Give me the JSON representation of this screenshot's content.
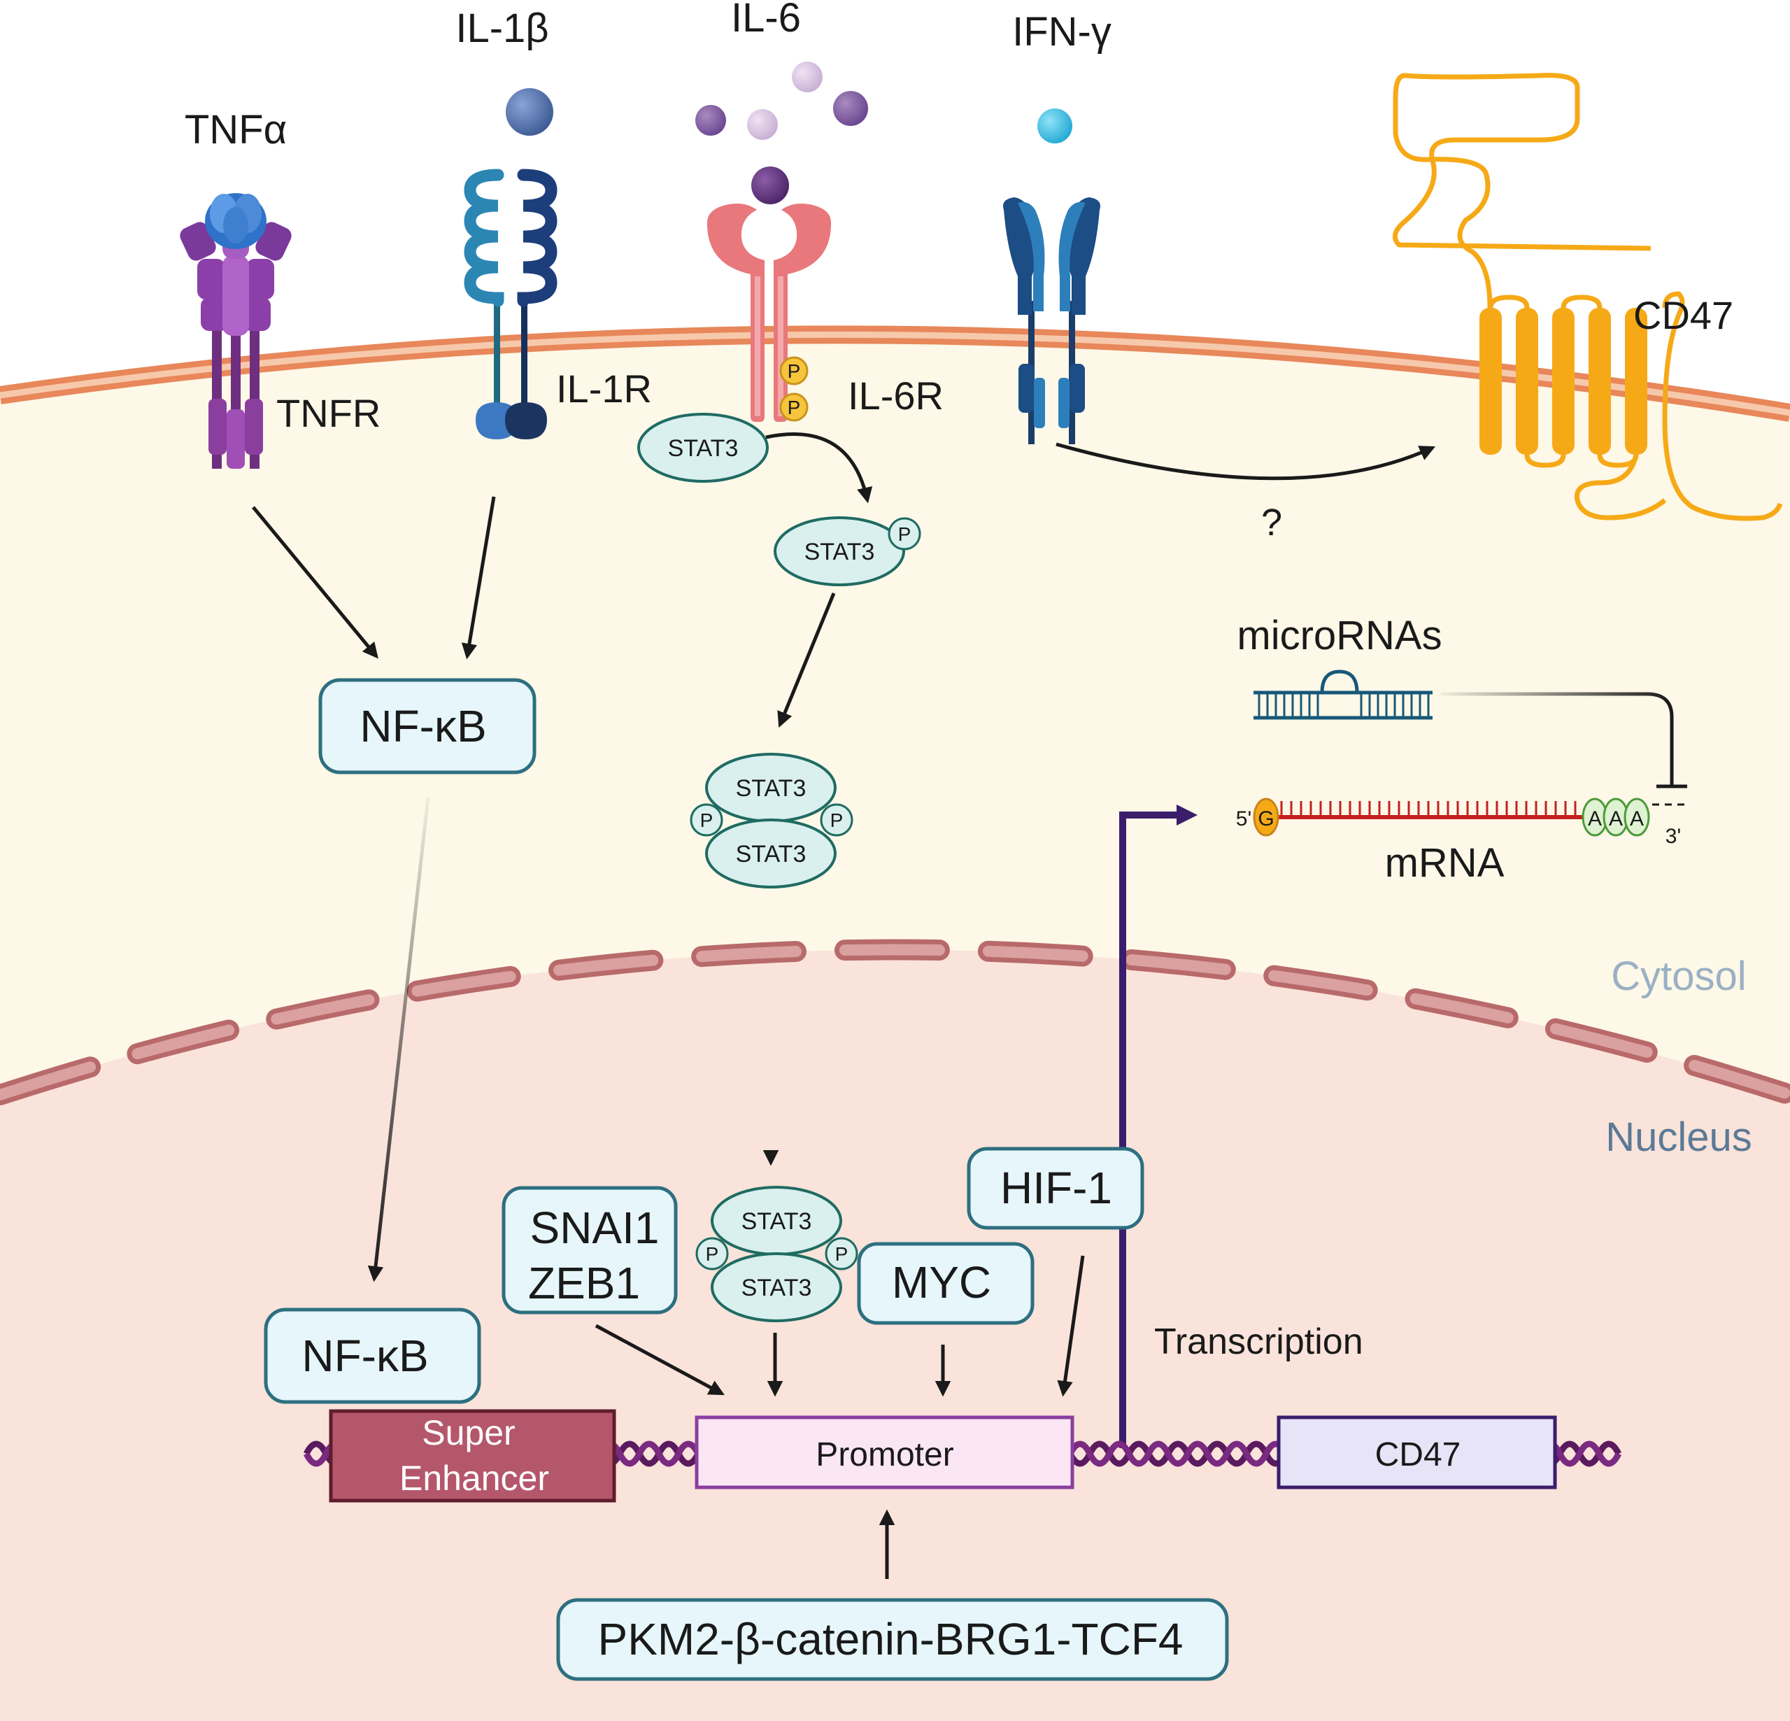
{
  "ligands": {
    "tnfa": "TNFα",
    "il1b": "IL-1β",
    "il6": "IL-6",
    "ifng": "IFN-γ"
  },
  "receptors": {
    "tnfr": "TNFR",
    "il1r": "IL-1R",
    "il6r": "IL-6R",
    "cd47_protein": "CD47"
  },
  "phospho": "P",
  "stat3": "STAT3",
  "nfkb": "NF-κB",
  "unknown_mark": "?",
  "microrna": {
    "label": "microRNAs"
  },
  "mrna": {
    "label": "mRNA",
    "five_prime": "5'",
    "three_prime": "3'",
    "cap": "G",
    "polya": [
      "A",
      "A",
      "A"
    ]
  },
  "compartments": {
    "cytosol": "Cytosol",
    "nucleus": "Nucleus"
  },
  "nuclear_factors": {
    "snai1": "SNAI1",
    "zeb1": "ZEB1",
    "myc": "MYC",
    "hif1": "HIF-1",
    "pkm2": "PKM2-β-catenin-BRG1-TCF4"
  },
  "dna": {
    "super": "Super",
    "enhancer": "Enhancer",
    "promoter": "Promoter",
    "gene": "CD47",
    "transcription": "Transcription"
  },
  "colors": {
    "cytosol_bg": "#fdf8e7",
    "nucleus_bg": "#fae3da",
    "membrane": "#e8875a",
    "cd47_protein": "#f6a917",
    "transcription_arrow": "#3a1e6c",
    "mrna_strand": "#c42020"
  }
}
